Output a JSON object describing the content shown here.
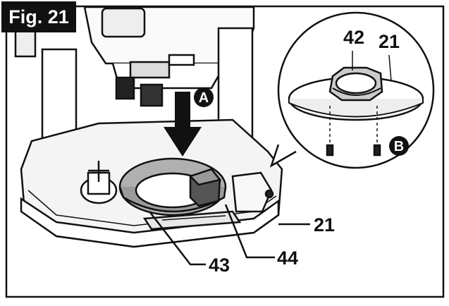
{
  "figure": {
    "label": "Fig. 21"
  },
  "callouts": {
    "arrow_label": "A",
    "inset_label": "B",
    "inset_ring": "42",
    "inset_plate": "21",
    "base_plate": "21",
    "guide_ring": "43",
    "lever": "44"
  }
}
